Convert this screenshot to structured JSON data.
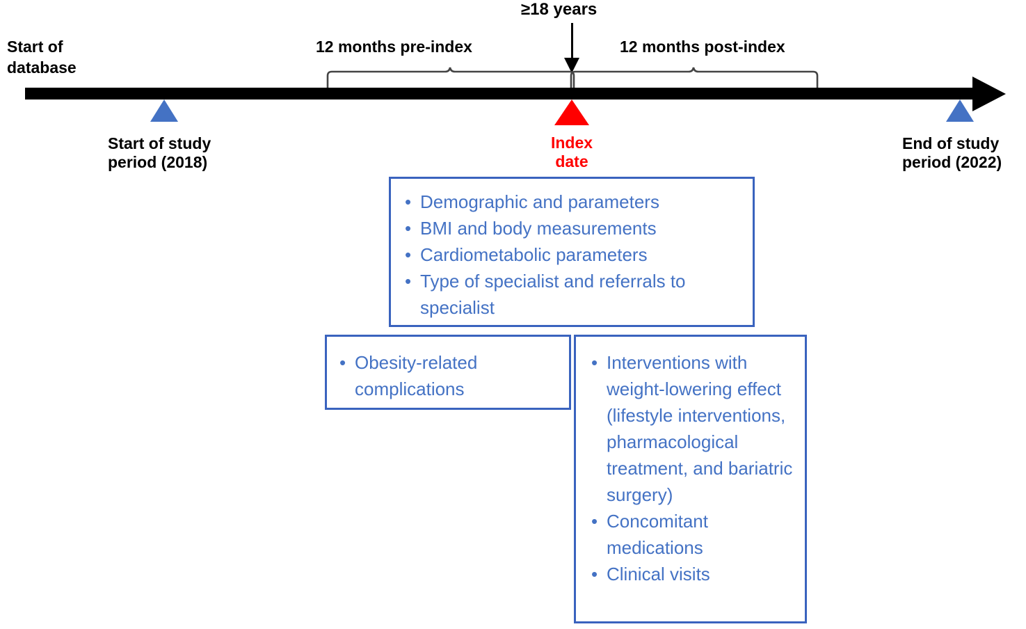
{
  "figure": {
    "type": "study-design-timeline",
    "colors": {
      "axis": "#000000",
      "study_marker": "#4472C4",
      "index_marker": "#FF0000",
      "box_border": "#3A63BE",
      "box_text": "#4472C4"
    }
  },
  "timeline": {
    "start_label": "Start of\ndatabase",
    "pre_index_label": "12 months pre-index",
    "post_index_label": "12 months post-index",
    "age_criterion": "≥18 years"
  },
  "markers": [
    {
      "id": "start-of-study",
      "label": "Start of study\nperiod (2018)",
      "color": "#4472C4",
      "shape": "triangle"
    },
    {
      "id": "index-date",
      "label": "Index\ndate",
      "color": "#FF0000",
      "shape": "triangle"
    },
    {
      "id": "end-of-study",
      "label": "End of study\nperiod (2022)",
      "color": "#4472C4",
      "shape": "triangle"
    }
  ],
  "boxes": {
    "baseline": {
      "id": "baseline-characteristics",
      "items": [
        "Demographic and parameters",
        "BMI and body measurements",
        "Cardiometabolic parameters",
        "Type of specialist and referrals to specialist"
      ]
    },
    "pre_index": {
      "id": "pre-index-outcomes",
      "items": [
        "Obesity-related complications"
      ]
    },
    "post_index": {
      "id": "post-index-outcomes",
      "items": [
        "Interventions with weight-lowering effect (lifestyle interventions, pharmacological treatment, and bariatric surgery)",
        "Concomitant medications",
        "Clinical visits"
      ]
    }
  }
}
